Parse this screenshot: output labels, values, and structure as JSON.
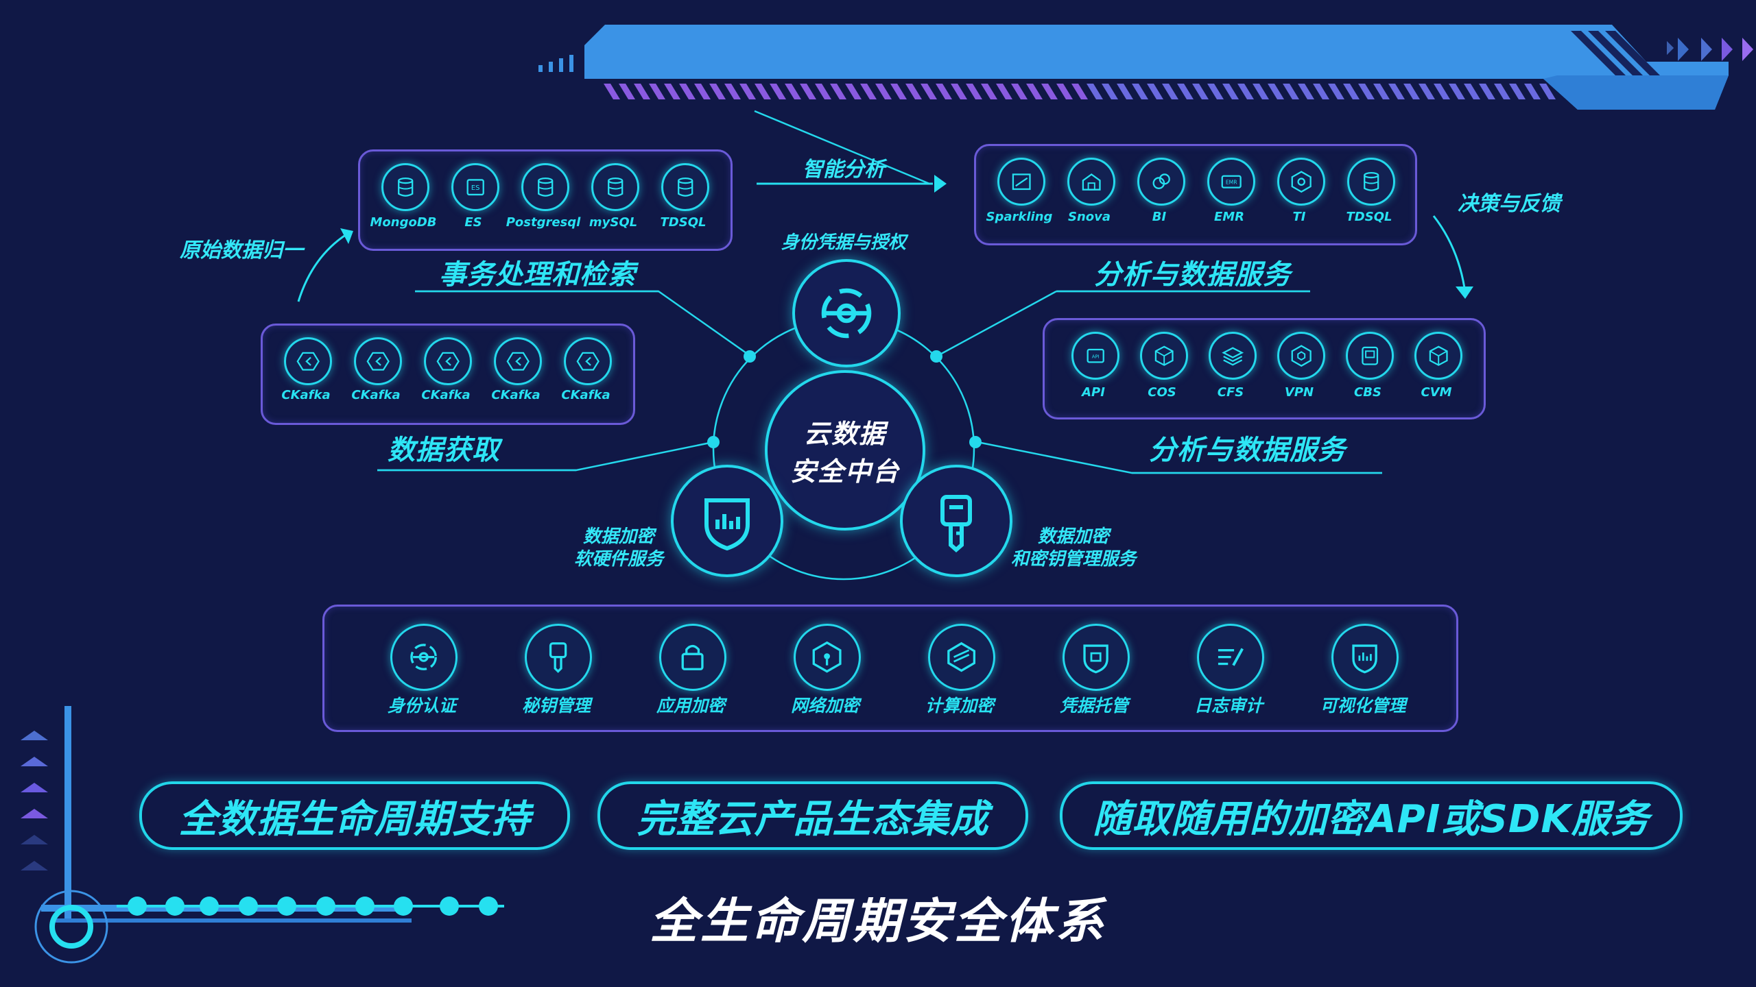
{
  "colors": {
    "background": "#101846",
    "cyan": "#26e0f0",
    "panel_border": "#6a5ad8",
    "banner_blue": "#3b93e6",
    "white": "#ffffff"
  },
  "flows": {
    "raw_data": "原始数据归一",
    "smart_analysis": "智能分析",
    "decision": "决策与反馈"
  },
  "panels": {
    "transaction": {
      "title": "事务处理和检索",
      "items": [
        {
          "label": "MongoDB",
          "icon": "database-icon"
        },
        {
          "label": "ES",
          "icon": "es-icon"
        },
        {
          "label": "Postgresql",
          "icon": "database-icon"
        },
        {
          "label": "mySQL",
          "icon": "database-icon"
        },
        {
          "label": "TDSQL",
          "icon": "database-icon"
        }
      ]
    },
    "acquisition": {
      "title": "数据获取",
      "items": [
        {
          "label": "CKafka",
          "icon": "kafka-icon"
        },
        {
          "label": "CKafka",
          "icon": "kafka-icon"
        },
        {
          "label": "CKafka",
          "icon": "kafka-icon"
        },
        {
          "label": "CKafka",
          "icon": "kafka-icon"
        },
        {
          "label": "CKafka",
          "icon": "kafka-icon"
        }
      ]
    },
    "analysis_top": {
      "title": "分析与数据服务",
      "items": [
        {
          "label": "Sparkling",
          "icon": "chart-icon"
        },
        {
          "label": "Snova",
          "icon": "warehouse-icon"
        },
        {
          "label": "BI",
          "icon": "bi-icon"
        },
        {
          "label": "EMR",
          "icon": "emr-icon"
        },
        {
          "label": "TI",
          "icon": "ti-icon"
        },
        {
          "label": "TDSQL",
          "icon": "database-icon"
        }
      ]
    },
    "analysis_bottom": {
      "title": "分析与数据服务",
      "items": [
        {
          "label": "API",
          "icon": "api-icon"
        },
        {
          "label": "COS",
          "icon": "cube-icon"
        },
        {
          "label": "CFS",
          "icon": "layers-icon"
        },
        {
          "label": "VPN",
          "icon": "hexagon-icon"
        },
        {
          "label": "CBS",
          "icon": "disk-icon"
        },
        {
          "label": "CVM",
          "icon": "cube-icon"
        }
      ]
    }
  },
  "hub": {
    "center_line1": "云数据",
    "center_line2": "安全中台",
    "identity_label": "身份凭据与授权",
    "encrypt_hw_line1": "数据加密",
    "encrypt_hw_line2": "软硬件服务",
    "encrypt_key_line1": "数据加密",
    "encrypt_key_line2": "和密钥管理服务"
  },
  "services": [
    {
      "label": "身份认证",
      "icon": "identity-icon"
    },
    {
      "label": "秘钥管理",
      "icon": "key-icon"
    },
    {
      "label": "应用加密",
      "icon": "lock-icon"
    },
    {
      "label": "网络加密",
      "icon": "network-icon"
    },
    {
      "label": "计算加密",
      "icon": "compute-icon"
    },
    {
      "label": "凭据托管",
      "icon": "shield-icon"
    },
    {
      "label": "日志审计",
      "icon": "log-icon"
    },
    {
      "label": "可视化管理",
      "icon": "chart-shield-icon"
    }
  ],
  "features": [
    "全数据生命周期支持",
    "完整云产品生态集成",
    "随取随用的加密API或SDK服务"
  ],
  "caption": "全生命周期安全体系"
}
